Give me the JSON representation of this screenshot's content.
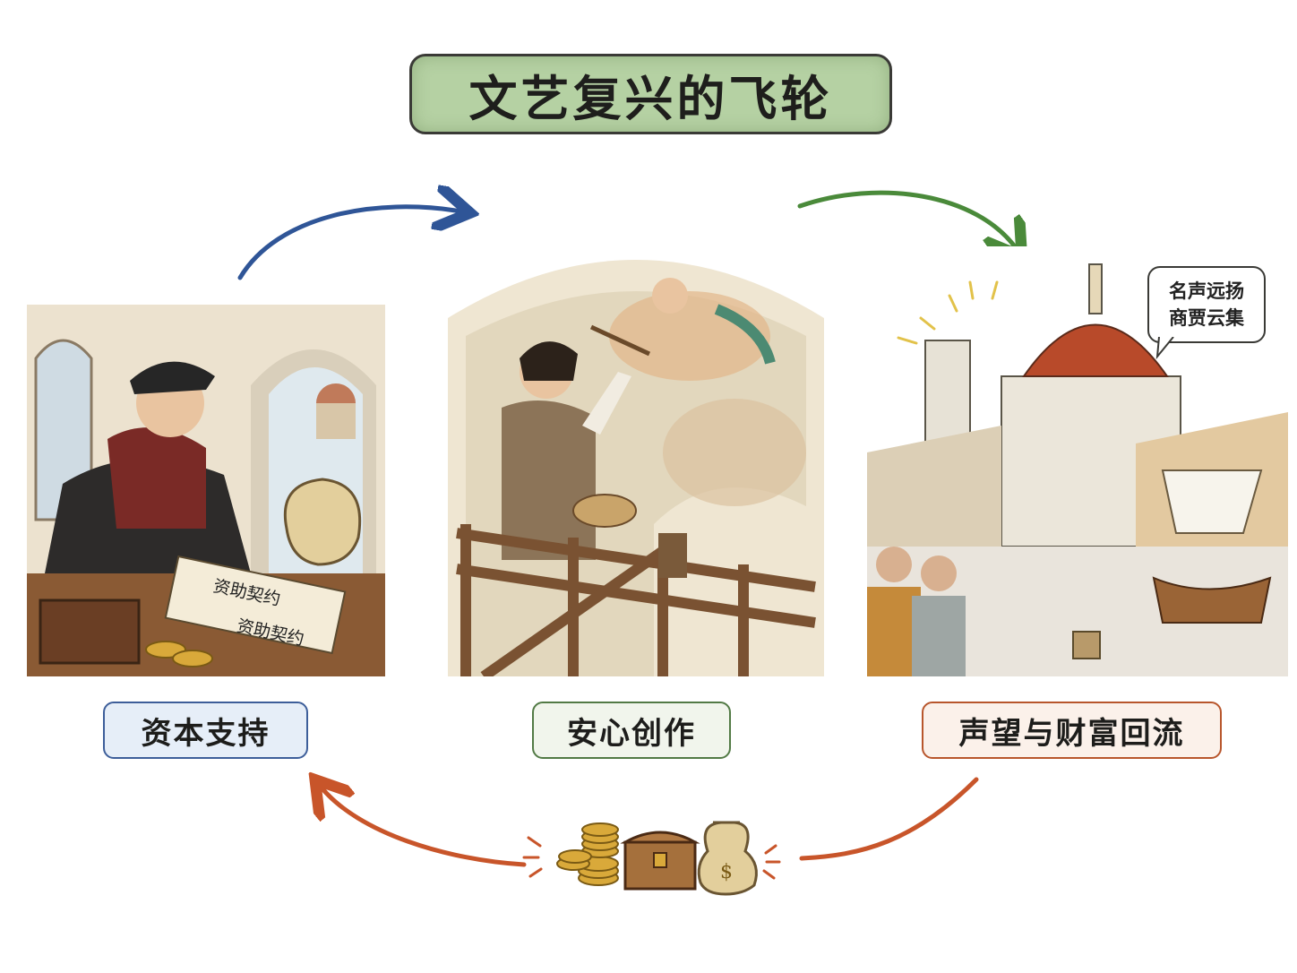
{
  "title": "文艺复兴的飞轮",
  "stages": [
    {
      "label": "资本支持",
      "color": "#3d5e9a"
    },
    {
      "label": "安心创作",
      "color": "#527a45"
    },
    {
      "label": "声望与财富回流",
      "color": "#b8562c"
    }
  ],
  "contract": {
    "line1": "资助契约",
    "line2": "资助契约"
  },
  "speech_bubble": {
    "line1": "名声远扬",
    "line2": "商贾云集"
  },
  "arrows": {
    "capital_to_creation": "#2f5597",
    "creation_to_prestige": "#4a8a3a",
    "prestige_to_capital": "#c8552a"
  },
  "icons": [
    "money-bag-icon",
    "coin-stack-icon",
    "treasure-chest-icon"
  ]
}
